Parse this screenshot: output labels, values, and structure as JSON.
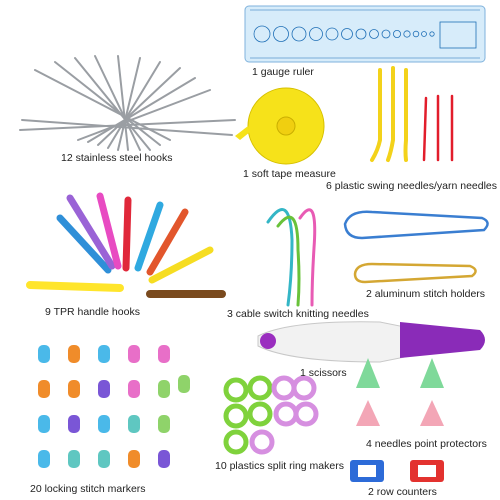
{
  "captions": {
    "gauge_ruler": "1 gauge ruler",
    "steel_hooks": "12 stainless steel hooks",
    "tape_measure": "1 soft tape measure",
    "yarn_needles": "6 plastic swing needles/yarn needles",
    "tpr_hooks": "9 TPR handle hooks",
    "cable_needles": "3 cable switch knitting needles",
    "stitch_holders": "2 aluminum stitch holders",
    "scissors": "1 scissors",
    "stitch_markers": "20 locking stitch markers",
    "split_ring_markers": "10 plastics split ring makers",
    "point_protectors": "4 needles point protectors",
    "row_counters": "2 row counters"
  },
  "colors": {
    "ruler": "#cfe6f7",
    "ruler_marks": "#1f6fb6",
    "tape": "#f5e21c",
    "needle_yellow": "#f3d21a",
    "needle_red": "#e21d2b",
    "cable_pink": "#e85bb4",
    "cable_teal": "#34b6c6",
    "cable_green": "#69c23a",
    "holder_blue": "#3a7ed1",
    "holder_gold": "#d4a733",
    "scissors_purple": "#8a2bb8",
    "split_ring_green": "#7fd23c",
    "split_ring_purple": "#d68fe0"
  }
}
